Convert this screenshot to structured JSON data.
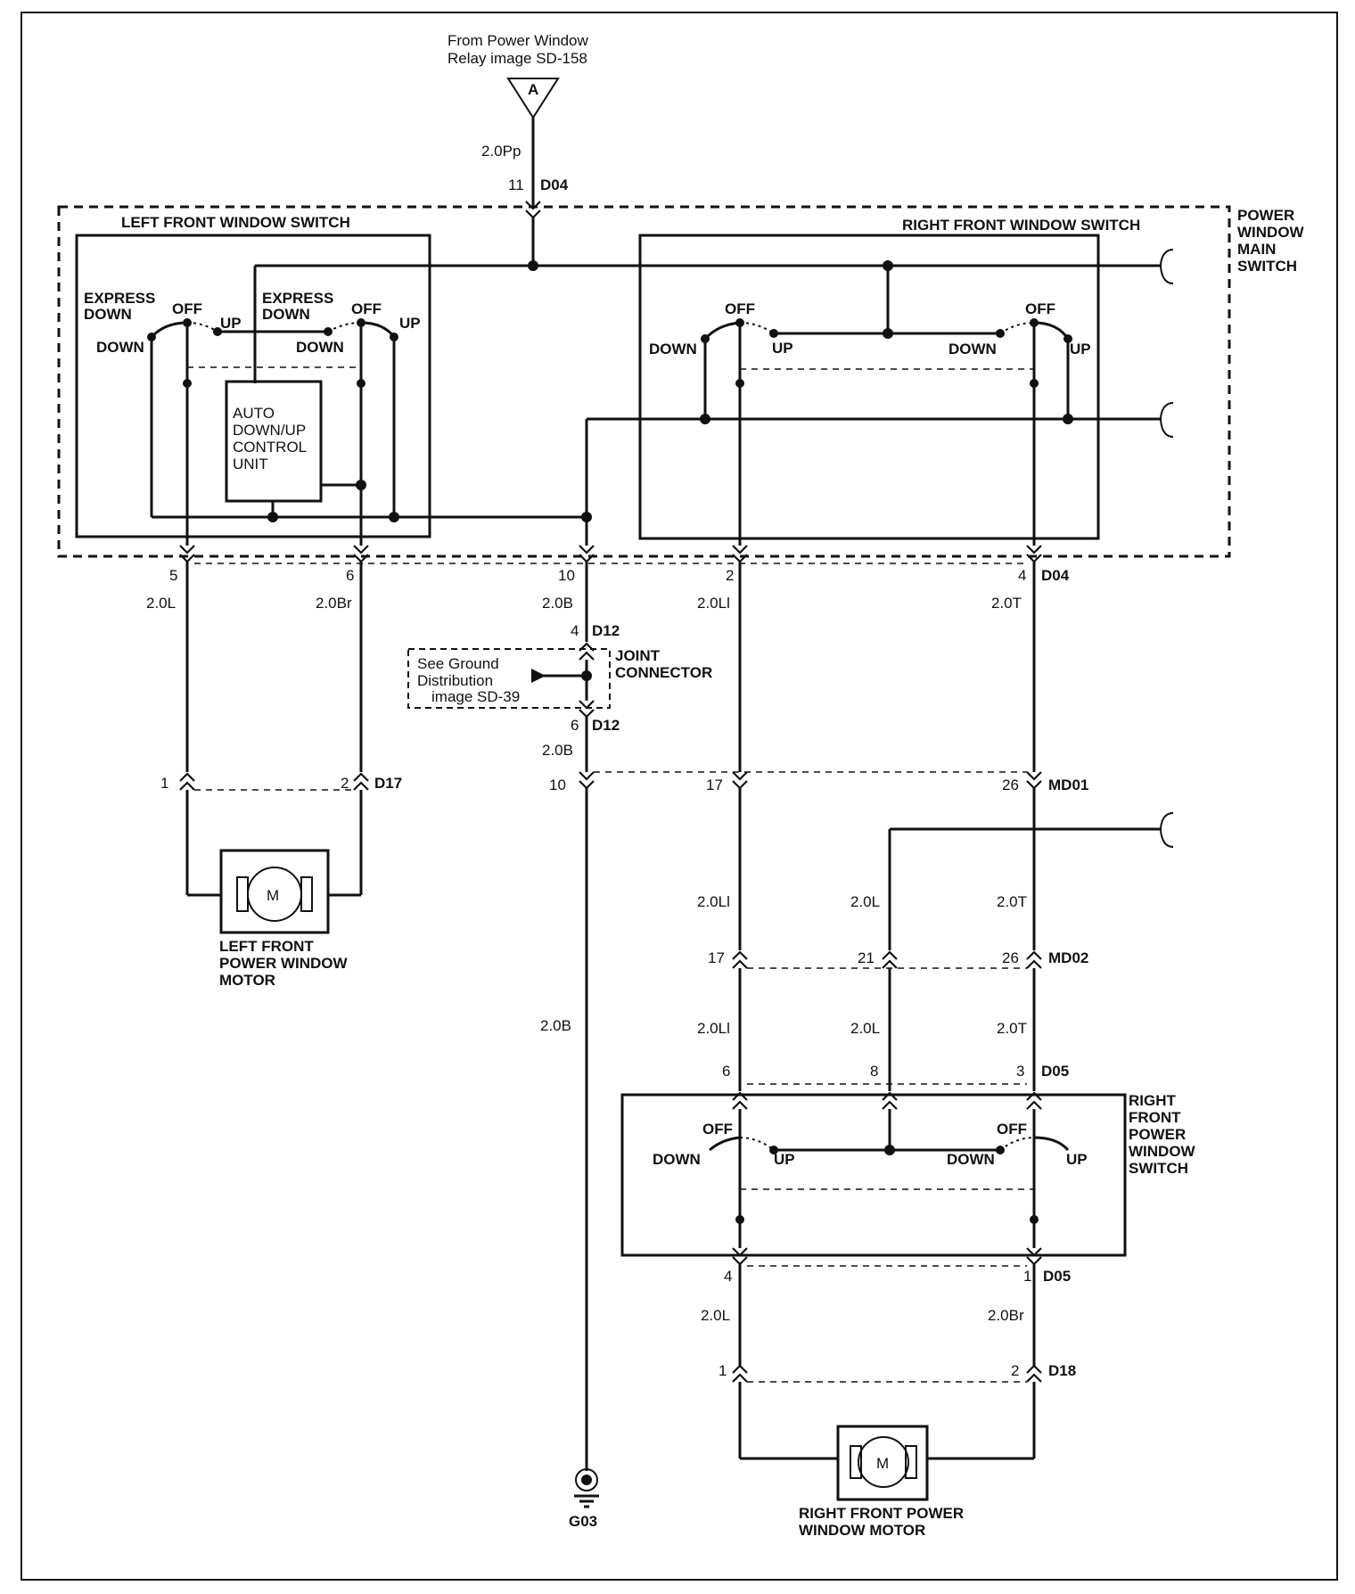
{
  "source": {
    "line1": "From Power Window",
    "line2": "Relay image SD-158",
    "marker": "A"
  },
  "top_wire": {
    "color": "2.0Pp",
    "pin": "11",
    "connector": "D04"
  },
  "main_switch_label": [
    "POWER",
    "WINDOW",
    "MAIN",
    "SWITCH"
  ],
  "left_switch": {
    "title": "LEFT FRONT WINDOW SWITCH",
    "sw1": {
      "express_down": [
        "EXPRESS",
        "DOWN"
      ],
      "off": "OFF",
      "up": "UP",
      "down": "DOWN"
    },
    "sw2": {
      "express_down": [
        "EXPRESS",
        "DOWN"
      ],
      "off": "OFF",
      "up": "UP",
      "down": "DOWN"
    },
    "control_unit": [
      "AUTO",
      "DOWN/UP",
      "CONTROL",
      "UNIT"
    ]
  },
  "right_switch": {
    "title": "RIGHT FRONT WINDOW SWITCH",
    "sw1": {
      "off": "OFF",
      "up": "UP",
      "down": "DOWN"
    },
    "sw2": {
      "off": "OFF",
      "up": "UP",
      "down": "DOWN"
    }
  },
  "d04_pins": {
    "p5": "5",
    "p6": "6",
    "p10": "10",
    "p2": "2",
    "p4": "4",
    "connector": "D04"
  },
  "wires_upper": {
    "w1": "2.0L",
    "w2": "2.0Br",
    "w3": "2.0B",
    "w4": "2.0Ll",
    "w5": "2.0T"
  },
  "joint": {
    "pin_top": "4",
    "conn_top": "D12",
    "pin_bottom": "6",
    "conn_bottom": "D12",
    "label": [
      "JOINT",
      "CONNECTOR"
    ],
    "note": [
      "See Ground",
      "Distribution",
      "image SD-39"
    ]
  },
  "ground_wire_mid": "2.0B",
  "d17": {
    "p1": "1",
    "p2": "2",
    "connector": "D17"
  },
  "left_motor": {
    "symbol": "M",
    "label": [
      "LEFT FRONT",
      "POWER WINDOW",
      "MOTOR"
    ]
  },
  "md01": {
    "p10": "10",
    "p17": "17",
    "p26": "26",
    "connector": "MD01"
  },
  "mid_wires": {
    "w_li": "2.0Ll",
    "w_l": "2.0L",
    "w_t": "2.0T"
  },
  "md02": {
    "p17": "17",
    "p21": "21",
    "p26": "26",
    "connector": "MD02"
  },
  "lower_wires": {
    "w_li": "2.0Ll",
    "w_l": "2.0L",
    "w_t": "2.0T",
    "w_b": "2.0B"
  },
  "d05_top": {
    "p6": "6",
    "p8": "8",
    "p3": "3",
    "connector": "D05"
  },
  "rf_switch": {
    "label": [
      "RIGHT",
      "FRONT",
      "POWER",
      "WINDOW",
      "SWITCH"
    ],
    "off1": "OFF",
    "down1": "DOWN",
    "up1": "UP",
    "off2": "OFF",
    "down2": "DOWN",
    "up2": "UP"
  },
  "d05_bottom": {
    "p4": "4",
    "p1": "1",
    "connector": "D05"
  },
  "bottom_wires": {
    "w_l": "2.0L",
    "w_br": "2.0Br"
  },
  "d18": {
    "p1": "1",
    "p2": "2",
    "connector": "D18"
  },
  "right_motor": {
    "symbol": "M",
    "label": [
      "RIGHT FRONT POWER",
      "WINDOW MOTOR"
    ]
  },
  "ground": {
    "label": "G03"
  }
}
